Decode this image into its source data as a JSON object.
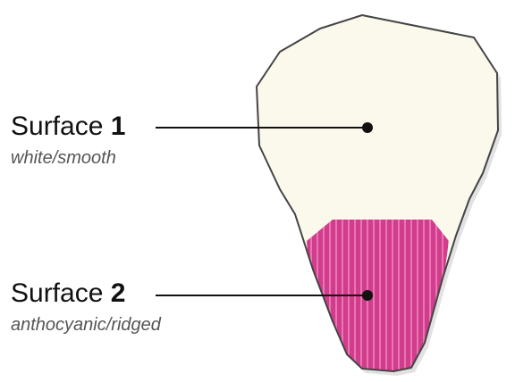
{
  "surfaces": [
    {
      "title_word": "Surface",
      "number": "1",
      "description": "white/smooth",
      "fill_color": "#fbf9ec"
    },
    {
      "title_word": "Surface",
      "number": "2",
      "description": "anthocyanic/ridged",
      "fill_color": "#d23c8c",
      "stripe_color": "#e776b2"
    }
  ],
  "outline_color": "#444444",
  "shadow_color": "#cfcfcf",
  "pointer_color": "#111111"
}
